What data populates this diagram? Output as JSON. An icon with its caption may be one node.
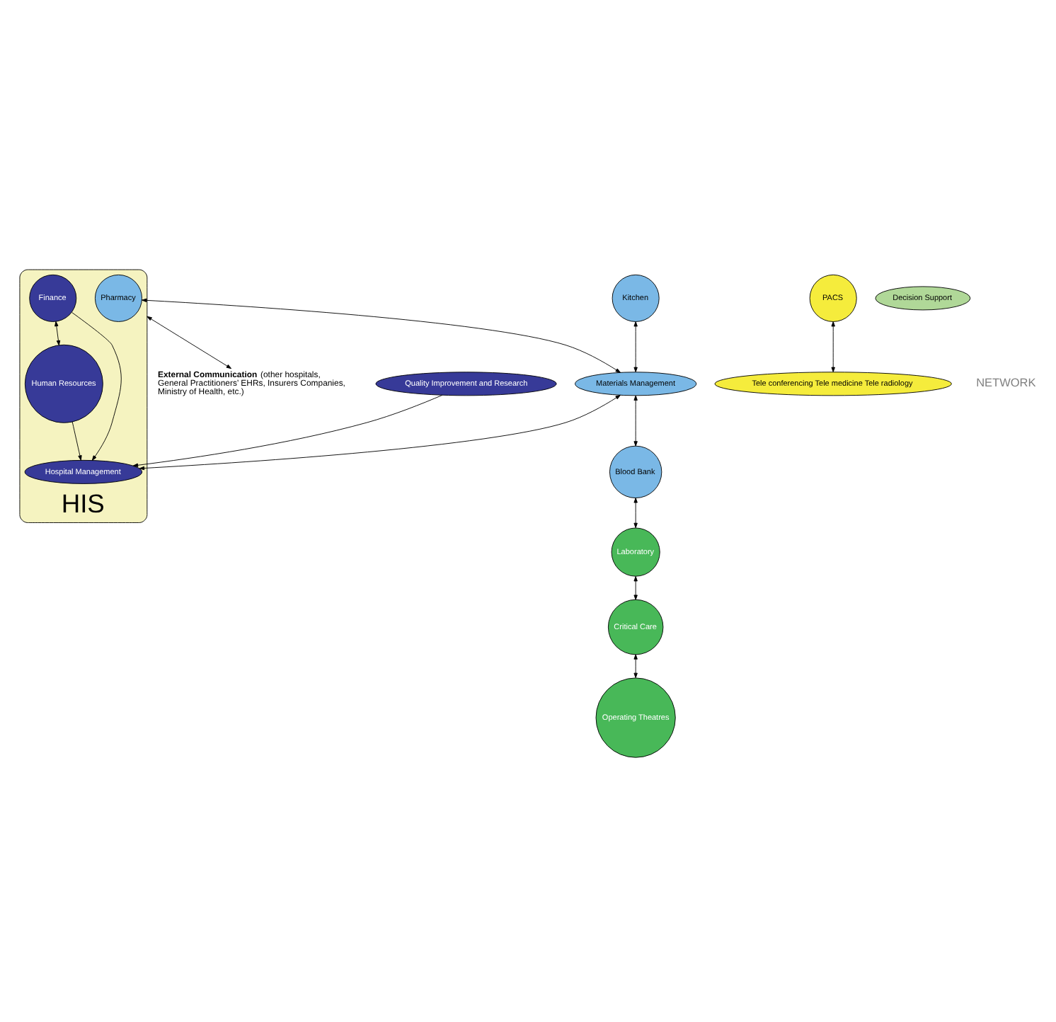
{
  "diagram": {
    "nodes": [
      {
        "text": [
          "HIS"
        ]
      },
      {
        "text": [
          "Tele conferencing Tele medicine Tele radiology"
        ]
      },
      {
        "text": [
          "PACS"
        ]
      },
      {
        "text": [
          "Decision Support"
        ]
      },
      {
        "text": [
          "Kitchen"
        ]
      },
      {
        "text": [
          "Pharmacy"
        ],
        "in": 0
      },
      {
        "text": [
          "Finance"
        ],
        "in": 0
      },
      {
        "text": [
          "Human Resources"
        ],
        "in": 0
      },
      {
        "text": [
          "Materials Management"
        ]
      },
      {
        "text": [
          "Hospital Management"
        ],
        "in": 0
      },
      {
        "text": [
          "Blood Bank"
        ]
      },
      {
        "text": [
          "Quality Improvement and Research"
        ]
      },
      {
        "text": [
          "Laboratory"
        ]
      },
      {
        "text": [
          "Critical Care"
        ]
      },
      {
        "text": [
          "Operating Theatres"
        ]
      },
      {
        "text": [
          "**External Communication** (other hospitals, General Practitioners’ EHRs, Insurers Companies, Ministry of Health, etc.)"
        ]
      }
    ],
    "edges": [
      {
        "from": 2,
        "to": 1,
        "arrow": "both"
      },
      {
        "from": 6,
        "to": 7,
        "arrow": "both"
      },
      {
        "from": 6,
        "to": 9,
        "arrow": "to"
      },
      {
        "from": 7,
        "to": 9,
        "arrow": "to"
      },
      {
        "from": 4,
        "to": 8,
        "arrow": "both"
      },
      {
        "from": 5,
        "to": 8,
        "arrow": "both"
      },
      {
        "from": 8,
        "to": 9,
        "arrow": "both"
      },
      {
        "from": 8,
        "to": 10,
        "arrow": "both"
      },
      {
        "from": 11,
        "to": 9,
        "arrow": "to"
      },
      {
        "from": 10,
        "to": 12,
        "arrow": "both"
      },
      {
        "from": 12,
        "to": 13,
        "arrow": "both"
      },
      {
        "from": 13,
        "to": 14,
        "arrow": "both"
      },
      {
        "from": 0,
        "to": 15,
        "arrow": "both"
      }
    ],
    "labels": [
      "NETWORK"
    ]
  }
}
